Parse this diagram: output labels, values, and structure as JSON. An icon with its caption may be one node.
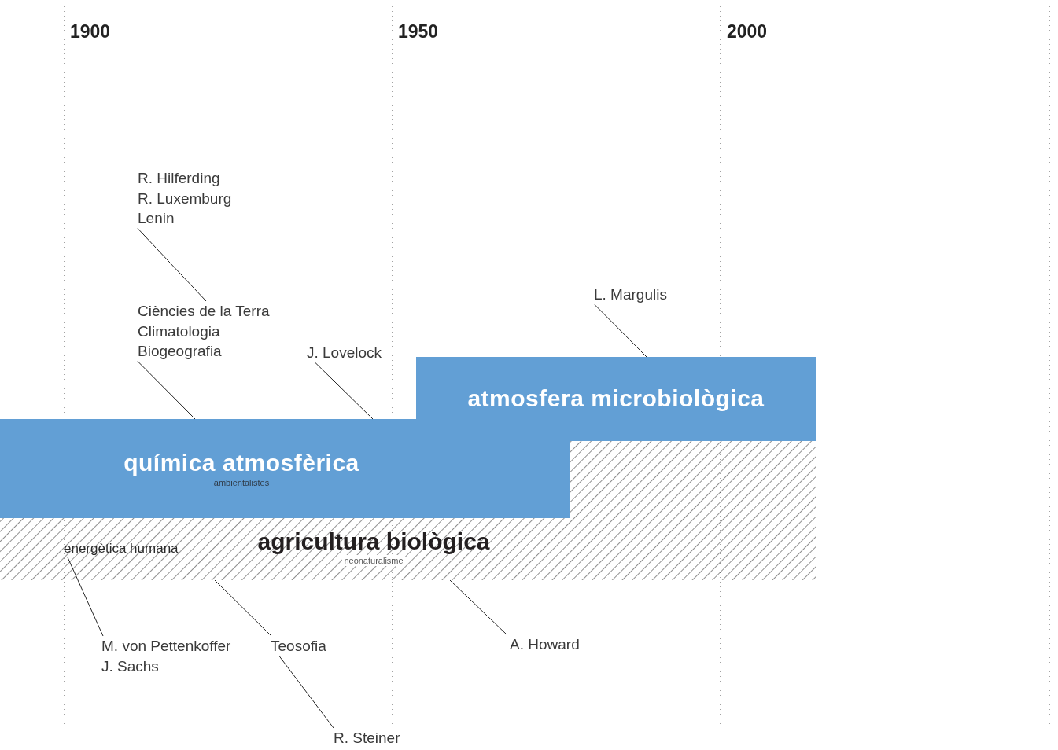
{
  "diagram": {
    "nodes": [
      {
        "text": [
          "R. Hilferding",
          "R. Luxemburg",
          "Lenin"
        ]
      },
      {
        "text": [
          "L. Margulis"
        ]
      },
      {
        "text": [
          "Ciències de la Terra",
          "Climatologia",
          "Biogeografia"
        ]
      },
      {
        "text": [
          "J. Lovelock"
        ]
      },
      {
        "text": [
          "atmosfera microbiològica"
        ]
      },
      {
        "text": [
          "química atmosfèrica",
          "ambientalistes"
        ]
      },
      {
        "text": [
          "agricultura biològica",
          "neonaturalisme"
        ]
      },
      {
        "text": [
          "energètica humana"
        ],
        "in": 6
      },
      {
        "text": [
          "M. von Pettenkoffer",
          "J. Sachs"
        ]
      },
      {
        "text": [
          "Teosofia"
        ]
      },
      {
        "text": [
          "A. Howard"
        ]
      },
      {
        "text": [
          "R. Steiner"
        ]
      }
    ],
    "edges": [
      {
        "from": 0,
        "to": 2,
        "arrow": "none"
      },
      {
        "from": 2,
        "to": 5,
        "arrow": "none"
      },
      {
        "from": 3,
        "to": 5,
        "arrow": "none"
      },
      {
        "from": 1,
        "to": 4,
        "arrow": "none"
      },
      {
        "from": 8,
        "to": 7,
        "arrow": "none"
      },
      {
        "from": 9,
        "to": 6,
        "arrow": "none"
      },
      {
        "from": 10,
        "to": 6,
        "arrow": "none"
      },
      {
        "from": 11,
        "to": 9,
        "arrow": "none"
      }
    ],
    "labels": [
      "1900",
      "1950",
      "2000"
    ]
  }
}
